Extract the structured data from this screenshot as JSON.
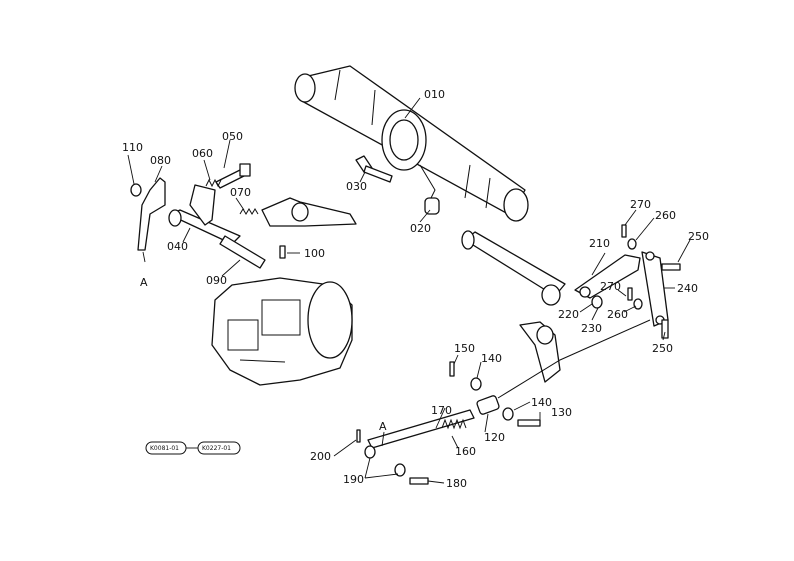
{
  "labels": {
    "p010": "010",
    "p020": "020",
    "p030": "030",
    "p040": "040",
    "p050": "050",
    "p060": "060",
    "p070": "070",
    "p080": "080",
    "p090": "090",
    "p100": "100",
    "p110": "110",
    "p120": "120",
    "p130": "130",
    "p140a": "140",
    "p140b": "140",
    "p150": "150",
    "p160": "160",
    "p170": "170",
    "p180": "180",
    "p190": "190",
    "p200": "200",
    "p210": "210",
    "p220": "220",
    "p230": "230",
    "p240": "240",
    "p250a": "250",
    "p250b": "250",
    "p260a": "260",
    "p260b": "260",
    "p270a": "270",
    "p270b": "270",
    "refA1": "A",
    "refA2": "A"
  },
  "tags": {
    "t1": "K0081-01",
    "t2": "K0227-01"
  }
}
